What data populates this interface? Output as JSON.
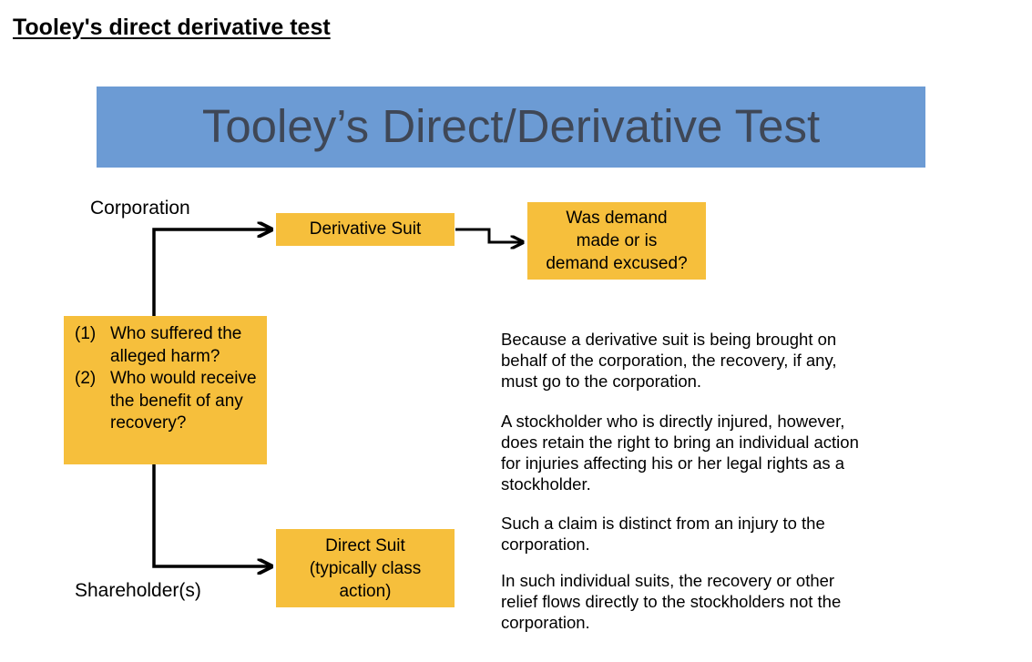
{
  "page": {
    "heading": "Tooley's direct derivative test"
  },
  "diagram": {
    "banner_title": "Tooley’s Direct/Derivative Test",
    "corporation_label": "Corporation",
    "shareholder_label": "Shareholder(s)",
    "derivative_box": "Derivative Suit",
    "demand_box": {
      "lines": [
        "Was demand",
        "made or is",
        "demand excused?"
      ]
    },
    "questions": [
      {
        "num": "(1)",
        "text": "Who suffered the alleged harm?"
      },
      {
        "num": "(2)",
        "text": "Who would receive the benefit of any recovery?"
      }
    ],
    "direct_box": {
      "lines": [
        "Direct Suit",
        "(typically class",
        "action)"
      ]
    },
    "paragraphs": [
      "Because a derivative suit is being brought on behalf of the corporation, the recovery, if any, must go to the corporation.",
      "A stockholder who is directly injured, however, does retain the right to bring an individual action for injuries affecting his or her legal rights as a stockholder.",
      "Such a claim is distinct from an injury to the corporation.",
      "In such individual suits, the recovery or other relief flows directly to the stockholders not the corporation."
    ],
    "colors": {
      "banner": "#6c9bd4",
      "banner_text": "#3f4756",
      "box": "#f6bf3c",
      "line": "#000000"
    }
  }
}
